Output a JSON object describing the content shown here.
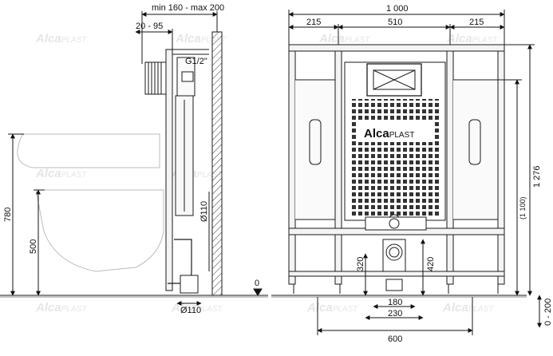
{
  "side_view": {
    "top_dimension": "min 160 - max 200",
    "depth_dimension": "20 - 95",
    "thread_label": "G1/2\"",
    "height_780": "780",
    "height_500": "500",
    "pipe_diameter_vertical": "Ø110",
    "pipe_diameter_bottom": "Ø110",
    "floor_level": "0"
  },
  "front_view": {
    "overall_width": "1 000",
    "left_section": "215",
    "middle_section": "510",
    "right_section": "215",
    "height_total": "1 276",
    "height_inner": "(1 100)",
    "leg_adjust": "0 - 200",
    "dim_320": "320",
    "dim_420": "420",
    "dim_180": "180",
    "dim_230": "230",
    "dim_600": "600",
    "logo_text_bold": "Alca",
    "logo_text_light": "PLAST"
  },
  "watermark": {
    "brand_bold": "Alca",
    "brand_light": "PLAST"
  },
  "colors": {
    "line": "#1a1a1a",
    "hatch": "#333333",
    "frame_fill": "#f4f4f4",
    "watermark": "#e3e3e3"
  }
}
